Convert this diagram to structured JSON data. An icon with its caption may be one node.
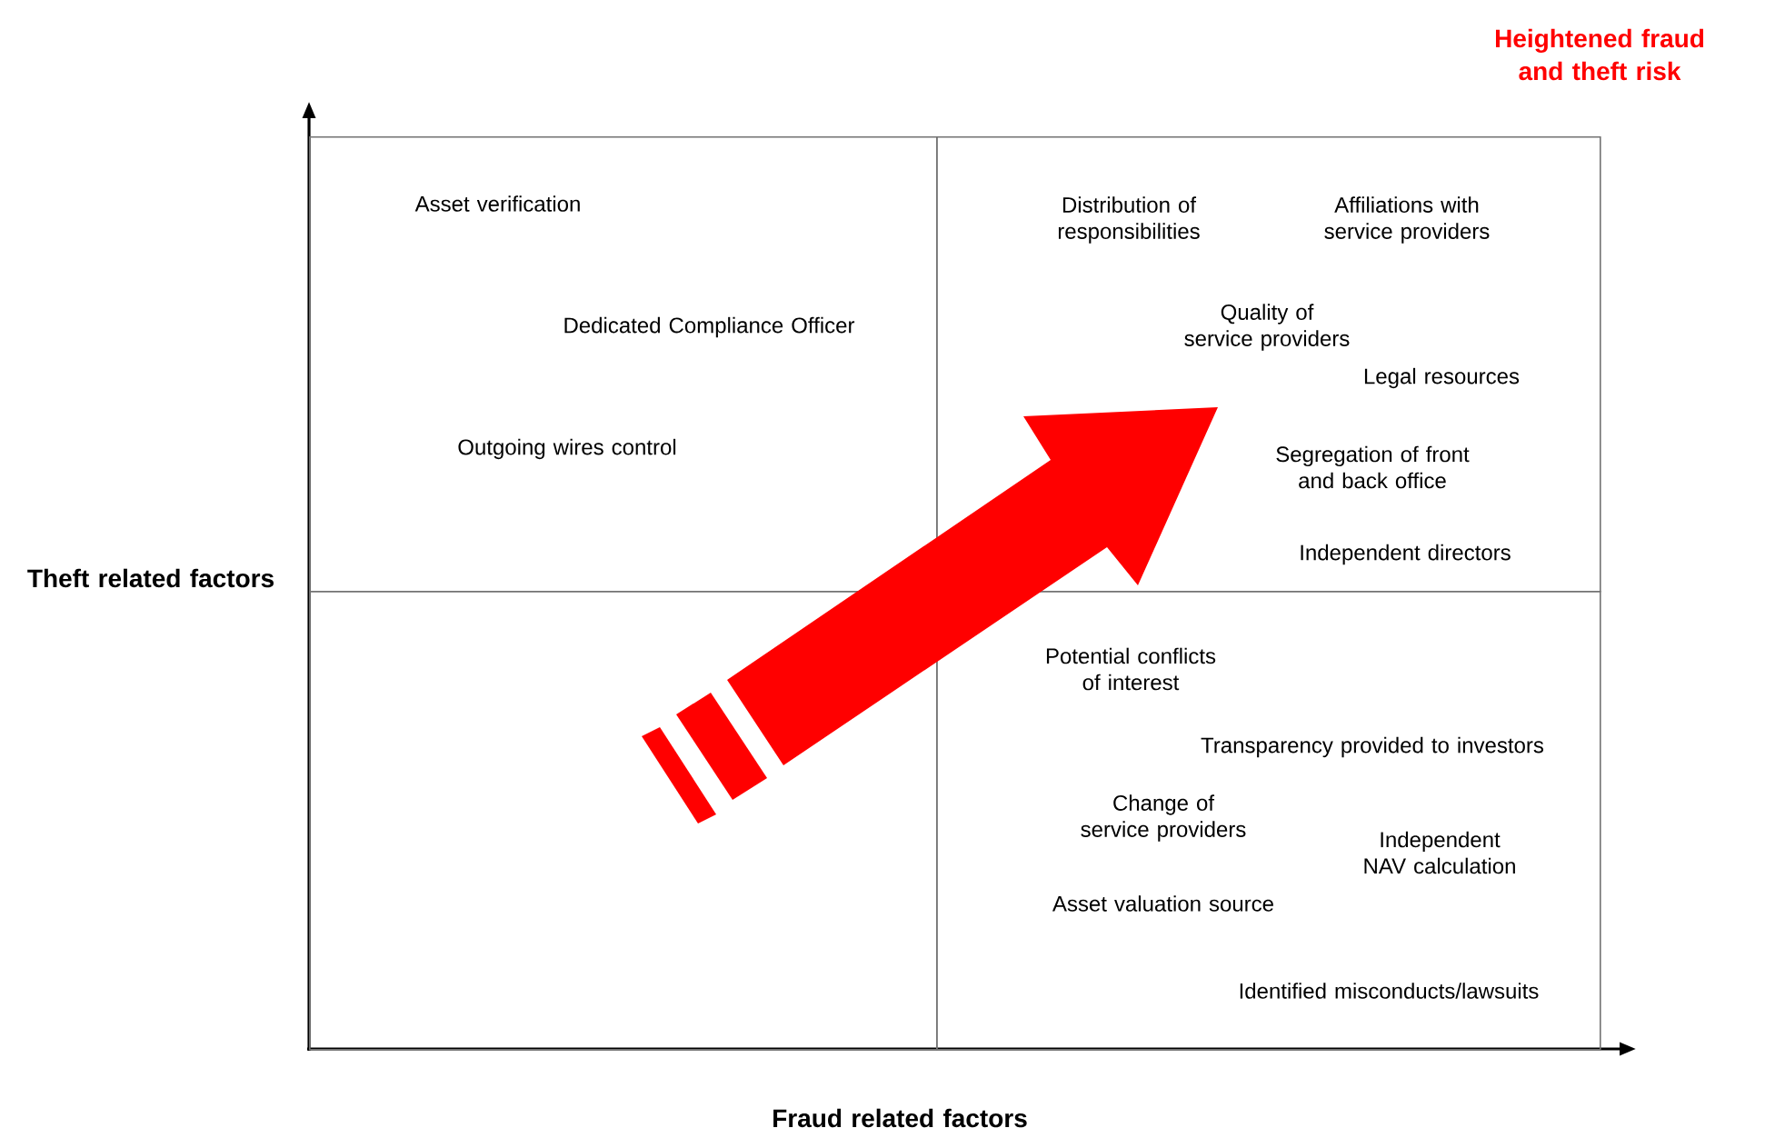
{
  "diagram": {
    "title": "Heightened fraud and theft risk",
    "nodes": [
      {
        "text": [],
        "shape": "box"
      },
      {
        "text": [],
        "shape": "box"
      },
      {
        "text": [],
        "shape": "box"
      },
      {
        "text": [],
        "shape": "box"
      },
      {
        "text": [
          "Asset verification"
        ],
        "in": 0
      },
      {
        "text": [
          "Dedicated Compliance Officer"
        ],
        "in": 0
      },
      {
        "text": [
          "Outgoing wires control"
        ],
        "in": 0
      },
      {
        "text": [
          "Distribution of responsibilities"
        ],
        "in": 1
      },
      {
        "text": [
          "Affiliations with service providers"
        ],
        "in": 1
      },
      {
        "text": [
          "Quality of service providers"
        ],
        "in": 1
      },
      {
        "text": [
          "Legal resources"
        ],
        "in": 1
      },
      {
        "text": [
          "Segregation of front and back office"
        ],
        "in": 1
      },
      {
        "text": [
          "Independent directors"
        ],
        "in": 1
      },
      {
        "text": [
          "Potential conflicts of interest"
        ],
        "in": 3
      },
      {
        "text": [
          "Transparency provided to investors"
        ],
        "in": 3
      },
      {
        "text": [
          "Change of service providers"
        ],
        "in": 3
      },
      {
        "text": [
          "Independent NAV calculation"
        ],
        "in": 3
      },
      {
        "text": [
          "Asset valuation source"
        ],
        "in": 3
      },
      {
        "text": [
          "Identified misconducts/lawsuits"
        ],
        "in": 3
      }
    ],
    "labels": [
      "Theft related factors",
      "Fraud related factors"
    ]
  }
}
